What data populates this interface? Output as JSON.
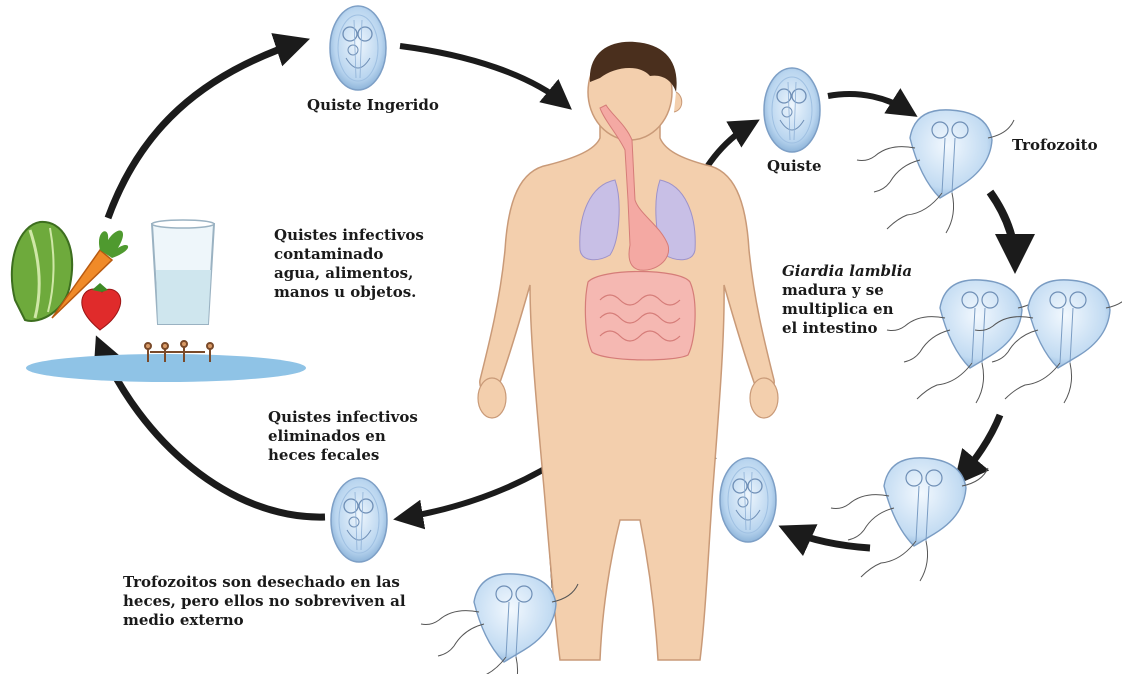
{
  "labels": {
    "quiste_ingerido": "Quiste Ingerido",
    "quiste": "Quiste",
    "trofozoito": "Trofozoito",
    "infectivos": {
      "line1": "Quistes infectivos",
      "line2": "contaminado",
      "line3": "agua, alimentos,",
      "line4": "manos u objetos."
    },
    "giardia": {
      "species": "Giardia lamblia",
      "line2": "madura y se",
      "line3": "multiplica en",
      "line4": "el intestino"
    },
    "eliminados": {
      "line1": "Quistes infectivos",
      "line2": "eliminados en",
      "line3": "heces fecales"
    },
    "desechado": {
      "line1": "Trofozoitos son desechado en las",
      "line2": "heces, pero ellos no sobreviven al",
      "line3": "medio externo"
    }
  },
  "colors": {
    "arrow": "#1b1b1b",
    "skin": "#f3cfad",
    "skin_edge": "#c99a78",
    "hair": "#4a2f1d",
    "lung": "#c8bfe6",
    "organ": "#f4a9a3",
    "cyst": "#b9d5ef",
    "water": "#8fc3e6"
  }
}
